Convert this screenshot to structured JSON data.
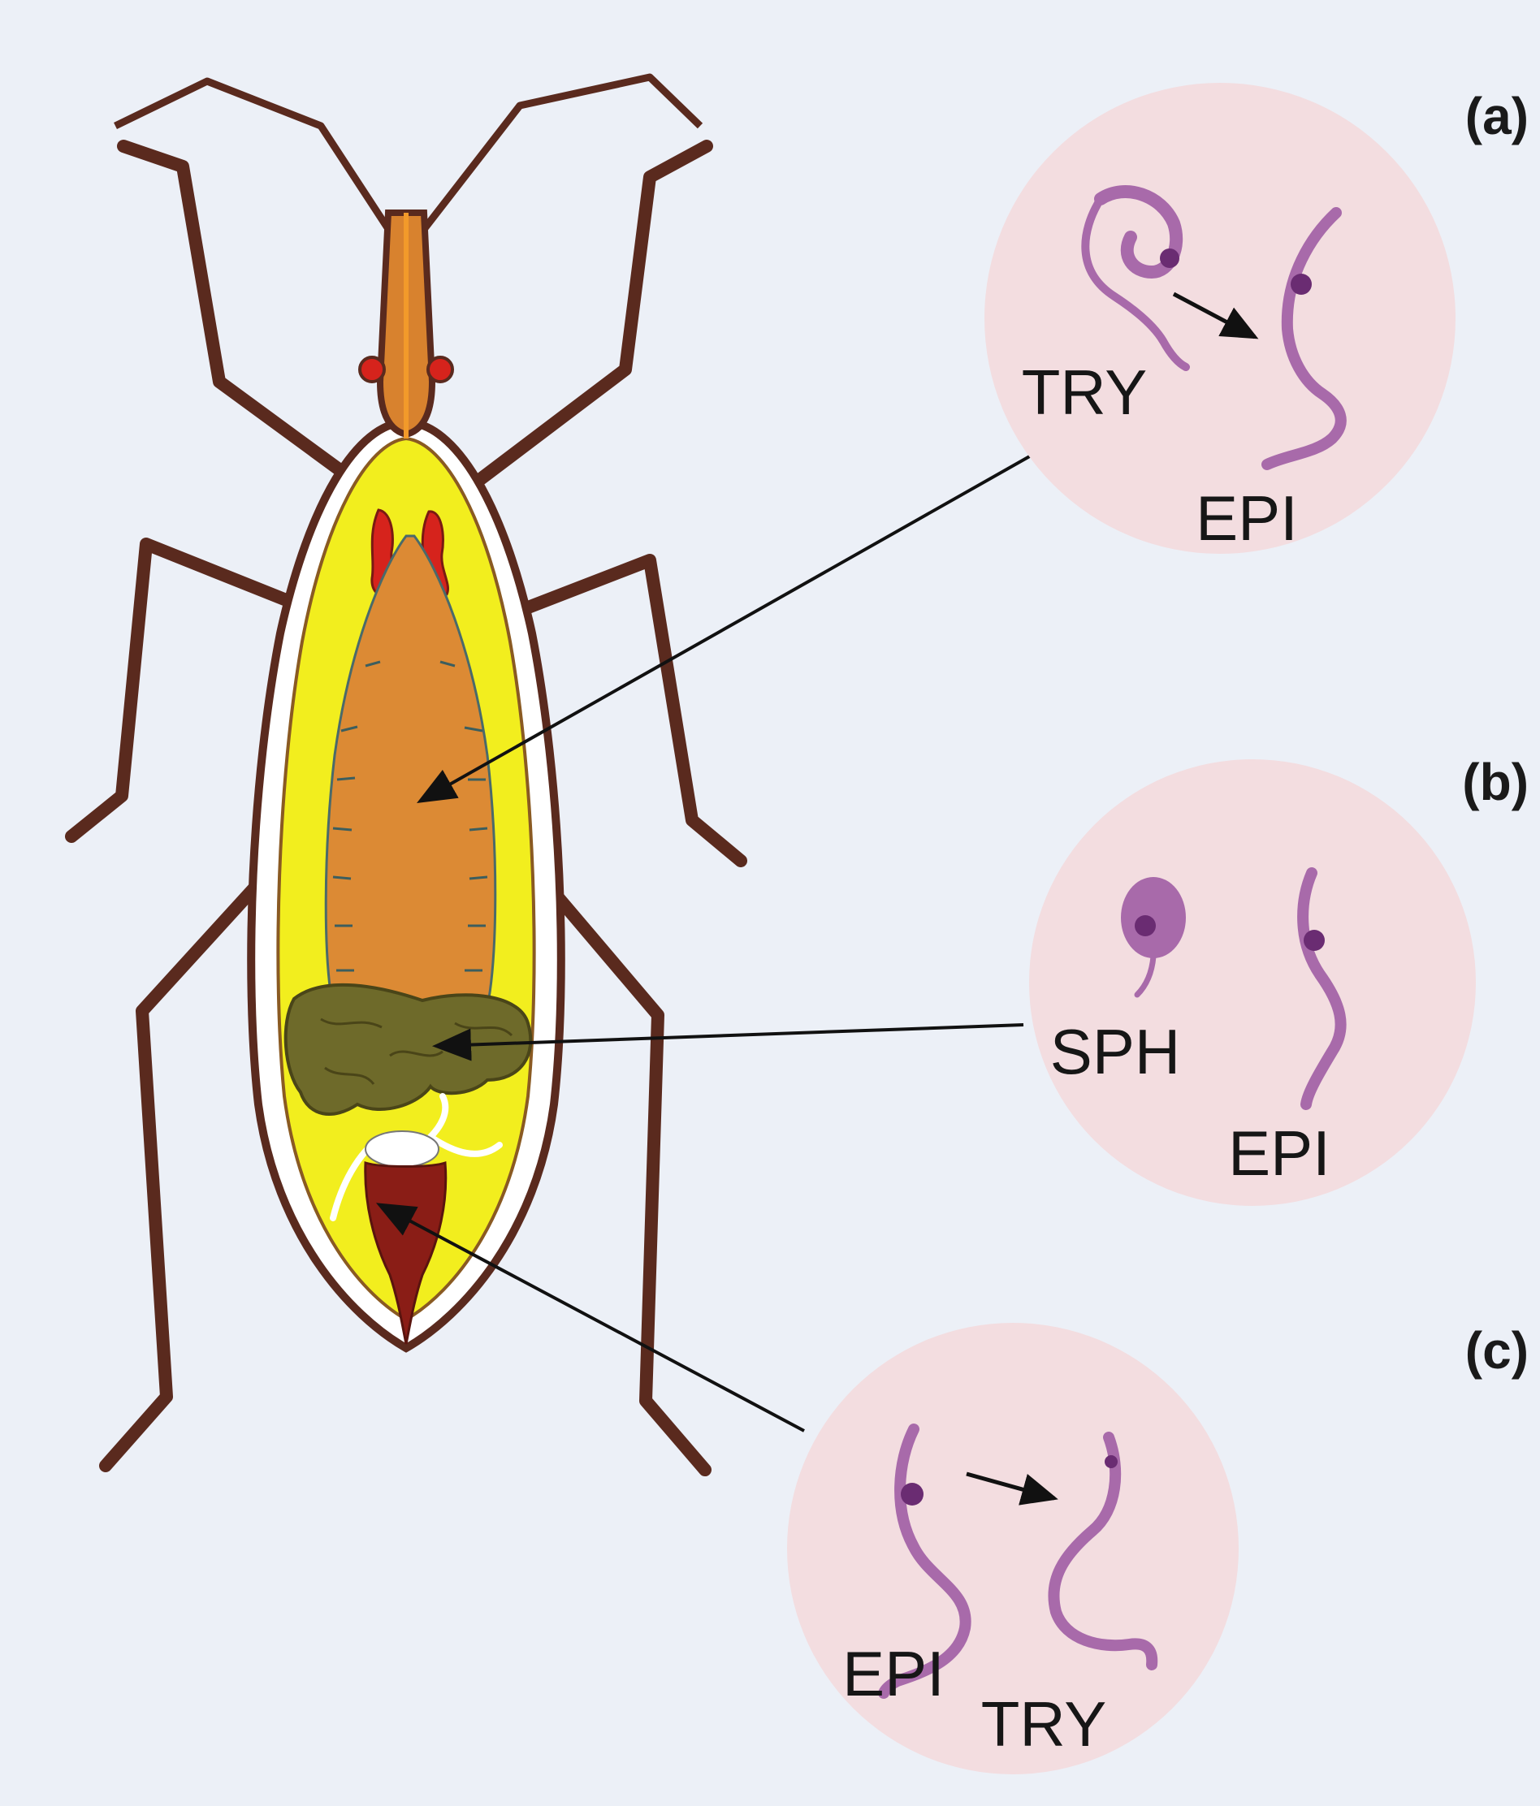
{
  "colors": {
    "background": "#ecf0f7",
    "outline": "#5a2a1e",
    "body_yellow": "#f2ee1e",
    "midgut_orange": "#dc8a34",
    "intestine_olive": "#6e6a2a",
    "rectum_red": "#8a1d16",
    "gland_red": "#d6231c",
    "circle_fill": "#f3dde0",
    "parasite_purple": "#a86aaa",
    "parasite_nucleus": "#6a2c72"
  },
  "panels": [
    {
      "letter": "(a)",
      "labels": {
        "left": "TRY",
        "right": "EPI"
      },
      "has_arrow": true,
      "pointer_target": "midgut"
    },
    {
      "letter": "(b)",
      "labels": {
        "left": "SPH",
        "right": "EPI"
      },
      "has_arrow": false,
      "pointer_target": "intestine"
    },
    {
      "letter": "(c)",
      "labels": {
        "left": "EPI",
        "right": "TRY"
      },
      "has_arrow": true,
      "pointer_target": "rectum"
    }
  ]
}
